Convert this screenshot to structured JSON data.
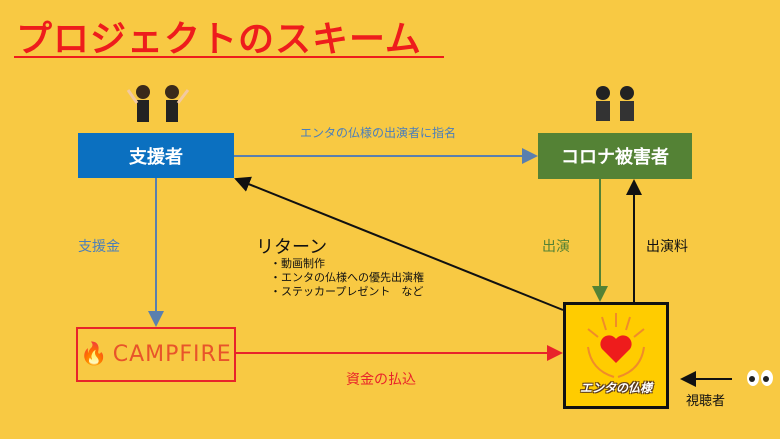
{
  "title": "プロジェクトのスキーム",
  "nodes": {
    "supporter": "支援者",
    "victim": "コロナ被害者",
    "campfire": "CAMPFIRE",
    "enta": "エンタの仏様"
  },
  "labels": {
    "nominate": "エンタの仏様の出演者に指名",
    "funding": "支援金",
    "return_title": "リターン",
    "return_items": [
      "・動画制作",
      "・エンタの仏様への優先出演権",
      "・ステッカープレゼント　など"
    ],
    "payment": "資金の払込",
    "appearance": "出演",
    "fee": "出演料",
    "viewer": "視聴者"
  },
  "colors": {
    "background": "#f8c943",
    "title": "#ee1c1c",
    "supporter": "#0b70c0",
    "victim": "#548235",
    "campfire": "#e8242a"
  }
}
